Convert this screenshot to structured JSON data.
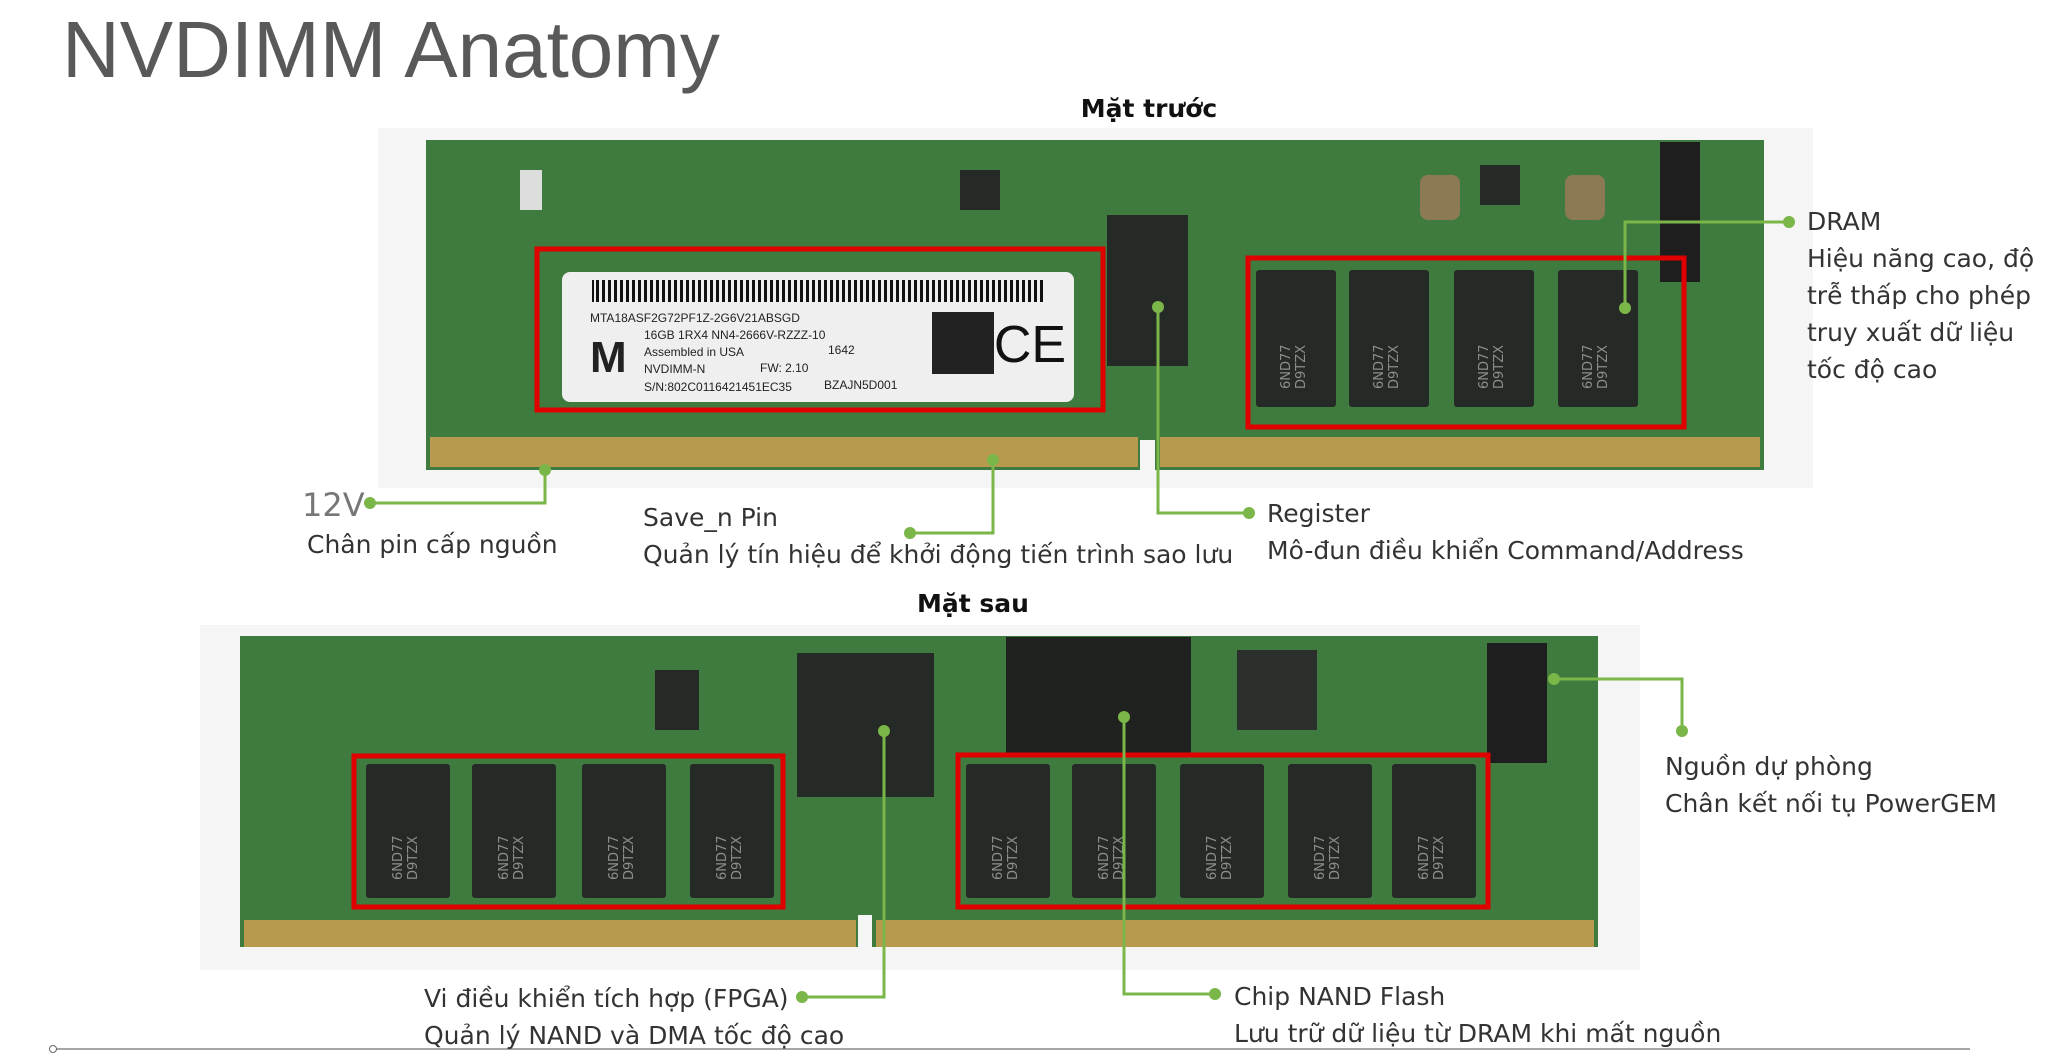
{
  "title": "NVDIMM Anatomy",
  "front": {
    "heading": "Mặt trước",
    "sticker": {
      "part": "MTA18ASF2G72PF1Z-2G6V21ABSGD",
      "line2": "16GB 1RX4   NN4-2666V-RZZZ-10",
      "line3": "Assembled in USA",
      "date": "1642",
      "line4": "NVDIMM-N",
      "fw": "FW: 2.10",
      "sn": "S/N:802C0116421451EC35",
      "code": "BZAJN5D001",
      "ce": "CE"
    }
  },
  "back": {
    "heading": "Mặt sau"
  },
  "chip_marking": [
    "6ND77",
    "D9TZX"
  ],
  "callouts": {
    "v12": {
      "title": "12V",
      "desc": "Chân pin cấp nguồn"
    },
    "save": {
      "title": "Save_n Pin",
      "desc": "Quản lý tín hiệu để khởi động tiến trình sao lưu"
    },
    "register": {
      "title": "Register",
      "desc": "Mô-đun điều khiển Command/Address"
    },
    "dram": {
      "title": "DRAM",
      "desc": [
        "Hiệu năng cao, độ",
        "trễ thấp cho phép",
        "truy xuất dữ liệu",
        "tốc độ cao"
      ]
    },
    "backup": {
      "title": "Nguồn dự phòng",
      "desc": "Chân kết nối tụ PowerGEM"
    },
    "fpga": {
      "title": "Vi điều khiển tích hợp (FPGA)",
      "desc": "Quản lý NAND và DMA tốc độ cao"
    },
    "nand": {
      "title": "Chip NAND Flash",
      "desc": "Lưu trữ dữ liệu từ DRAM khi mất nguồn"
    }
  },
  "colors": {
    "pcb": "#3f7a3e",
    "highlight": "#e00000",
    "leader": "#7ab648",
    "gold": "#b89a4e",
    "chip": "#262a26"
  }
}
